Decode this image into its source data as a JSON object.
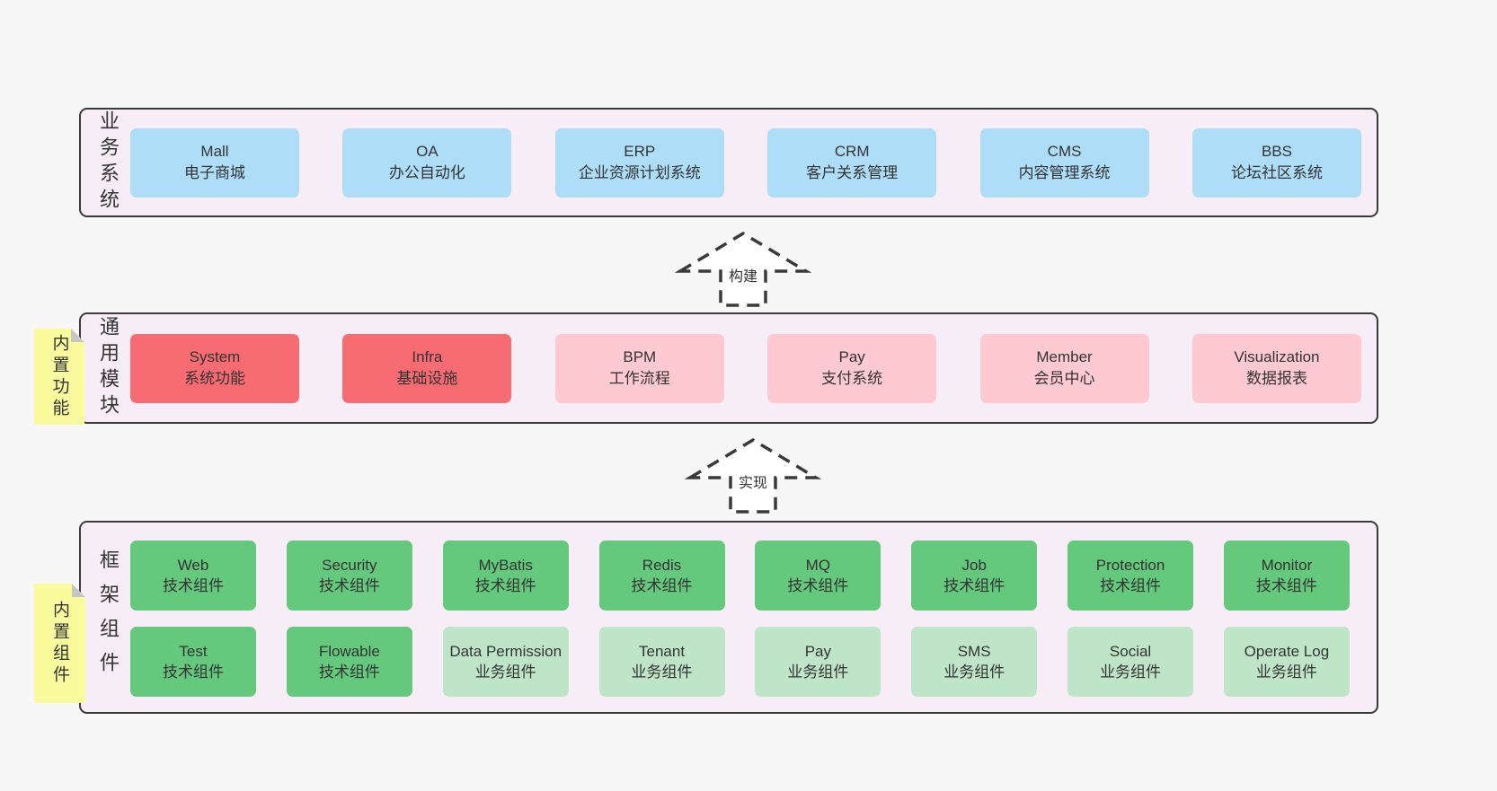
{
  "colors": {
    "page_background": "#f7f7f7",
    "panel_background": "#f7edf6",
    "panel_border": "#3a3a3a",
    "node_blue": "#aeddf8",
    "node_red": "#f76b72",
    "node_pink": "#ffc9d2",
    "node_green_dark": "#64c87d",
    "node_green_light": "#bfe5c8",
    "sticky_yellow": "#fafb9d"
  },
  "sections": [
    {
      "side_label": "业务系统",
      "boxes": [
        {
          "title": "Mall",
          "subtitle": "电子商城",
          "variant": "blue"
        },
        {
          "title": "OA",
          "subtitle": "办公自动化",
          "variant": "blue"
        },
        {
          "title": "ERP",
          "subtitle": "企业资源计划系统",
          "variant": "blue"
        },
        {
          "title": "CRM",
          "subtitle": "客户关系管理",
          "variant": "blue"
        },
        {
          "title": "CMS",
          "subtitle": "内容管理系统",
          "variant": "blue"
        },
        {
          "title": "BBS",
          "subtitle": "论坛社区系统",
          "variant": "blue"
        }
      ]
    },
    {
      "side_label": "通用模块",
      "sticky_note": "内置功能",
      "boxes": [
        {
          "title": "System",
          "subtitle": "系统功能",
          "variant": "red"
        },
        {
          "title": "Infra",
          "subtitle": "基础设施",
          "variant": "red"
        },
        {
          "title": "BPM",
          "subtitle": "工作流程",
          "variant": "pink"
        },
        {
          "title": "Pay",
          "subtitle": "支付系统",
          "variant": "pink"
        },
        {
          "title": "Member",
          "subtitle": "会员中心",
          "variant": "pink"
        },
        {
          "title": "Visualization",
          "subtitle": "数据报表",
          "variant": "pink"
        }
      ]
    },
    {
      "side_label": "框架组件",
      "sticky_note": "内置组件",
      "rows": [
        [
          {
            "title": "Web",
            "subtitle": "技术组件",
            "variant": "green-dark"
          },
          {
            "title": "Security",
            "subtitle": "技术组件",
            "variant": "green-dark"
          },
          {
            "title": "MyBatis",
            "subtitle": "技术组件",
            "variant": "green-dark"
          },
          {
            "title": "Redis",
            "subtitle": "技术组件",
            "variant": "green-dark"
          },
          {
            "title": "MQ",
            "subtitle": "技术组件",
            "variant": "green-dark"
          },
          {
            "title": "Job",
            "subtitle": "技术组件",
            "variant": "green-dark"
          },
          {
            "title": "Protection",
            "subtitle": "技术组件",
            "variant": "green-dark"
          },
          {
            "title": "Monitor",
            "subtitle": "技术组件",
            "variant": "green-dark"
          }
        ],
        [
          {
            "title": "Test",
            "subtitle": "技术组件",
            "variant": "green-dark"
          },
          {
            "title": "Flowable",
            "subtitle": "技术组件",
            "variant": "green-dark"
          },
          {
            "title": "Data Permission",
            "subtitle": "业务组件",
            "variant": "green-light"
          },
          {
            "title": "Tenant",
            "subtitle": "业务组件",
            "variant": "green-light"
          },
          {
            "title": "Pay",
            "subtitle": "业务组件",
            "variant": "green-light"
          },
          {
            "title": "SMS",
            "subtitle": "业务组件",
            "variant": "green-light"
          },
          {
            "title": "Social",
            "subtitle": "业务组件",
            "variant": "green-light"
          },
          {
            "title": "Operate Log",
            "subtitle": "业务组件",
            "variant": "green-light"
          }
        ]
      ]
    }
  ],
  "arrows": [
    {
      "label": "构建"
    },
    {
      "label": "实现"
    }
  ]
}
